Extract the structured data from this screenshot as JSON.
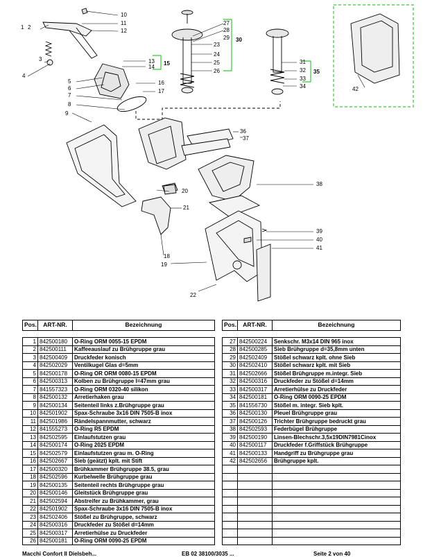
{
  "callouts": [
    "1",
    "2",
    "3",
    "4",
    "5",
    "6",
    "7",
    "8",
    "9",
    "10",
    "11",
    "12",
    "13",
    "14",
    "15",
    "16",
    "17",
    "18",
    "19",
    "20",
    "21",
    "22",
    "23",
    "24",
    "25",
    "26",
    "27",
    "28",
    "29",
    "30",
    "31",
    "32",
    "33",
    "34",
    "35",
    "36",
    "37",
    "38",
    "39",
    "40",
    "41",
    "42"
  ],
  "accent_color": "#33cc33",
  "table": {
    "headers": {
      "pos": "Pos.",
      "art": "ART-NR.",
      "desc": "Bezeichnung"
    },
    "left": [
      [
        "1",
        "842500180",
        "O-Ring ORM 0055-15 EPDM"
      ],
      [
        "2",
        "842500111",
        "Kaffeeauslauf zu Brühgruppe grau"
      ],
      [
        "3",
        "842500409",
        "Druckfeder konisch"
      ],
      [
        "4",
        "842502029",
        "Ventilkugel Glas d=5mm"
      ],
      [
        "5",
        "842500178",
        "O-Ring OR ORM 0080-15 EPDM"
      ],
      [
        "6",
        "842500313",
        "Kolben zu Brühgruppe l=47mm grau"
      ],
      [
        "7",
        "841557323",
        "O-Ring ORM 0320-40 silikon"
      ],
      [
        "8",
        "842500132",
        "Arretierhaken grau"
      ],
      [
        "9",
        "842500134",
        "Seitenteil links z.Brühgruppe grau"
      ],
      [
        "10",
        "842501902",
        "Spax-Schraube 3x16 DIN 7505-B inox"
      ],
      [
        "11",
        "842501986",
        "Rändelspannmutter, schwarz"
      ],
      [
        "12",
        "841555273",
        "O-Ring R5 EPDM"
      ],
      [
        "13",
        "842502595",
        "Einlaufstutzen grau"
      ],
      [
        "14",
        "842500174",
        "O-Ring 2025 EPDM"
      ],
      [
        "15",
        "842502579",
        "Einlaufstutzen grau m. O-Ring"
      ],
      [
        "16",
        "842502667",
        "Sieb (geätzt) kplt. mit Stift"
      ],
      [
        "17",
        "842500320",
        "Brühkammer Brühgruppe 38.5, grau"
      ],
      [
        "18",
        "842502596",
        "Kurbelwelle Brühgruppe grau"
      ],
      [
        "19",
        "842500135",
        "Seitenteil rechts Brühgruppe grau"
      ],
      [
        "20",
        "842500146",
        "Gleitstück Brühgruppe grau"
      ],
      [
        "21",
        "842502594",
        "Abstreifer zu Brühkammer, grau"
      ],
      [
        "22",
        "842501902",
        "Spax-Schraube 3x16 DIN 7505-B inox"
      ],
      [
        "23",
        "842502406",
        "Stößel zu Brühgruppe, schwarz"
      ],
      [
        "24",
        "842500316",
        "Druckfeder zu Stößel d=14mm"
      ],
      [
        "25",
        "842500317",
        "Arretierhülse zu Druckfeder"
      ],
      [
        "26",
        "842500181",
        "O-Ring ORM  0090-25 EPDM"
      ]
    ],
    "right": [
      [
        "27",
        "842500224",
        "Senkschr. M3x14 DIN 965 inox"
      ],
      [
        "28",
        "842500285",
        "Sieb Brühgruppe d=35,8mm unten"
      ],
      [
        "29",
        "842502409",
        "Stößel schwarz kplt. ohne Sieb"
      ],
      [
        "30",
        "842502410",
        "Stößel schwarz  kplt. mit Sieb"
      ],
      [
        "31",
        "842502666",
        "Stößel Brühgruppe m.integr. Sieb"
      ],
      [
        "32",
        "842500316",
        "Druckfeder zu Stößel d=14mm"
      ],
      [
        "33",
        "842500317",
        "Arretierhülse zu Druckfeder"
      ],
      [
        "34",
        "842500181",
        "O-Ring ORM  0090-25 EPDM"
      ],
      [
        "35",
        "841556730",
        "Stößel m. integr. Sieb kplt."
      ],
      [
        "36",
        "842500130",
        "Pleuel Brühgruppe grau"
      ],
      [
        "37",
        "842500126",
        "Trichter Brühgruppe bedruckt grau"
      ],
      [
        "38",
        "842502593",
        "Federbügel Brühgruppe"
      ],
      [
        "39",
        "842500190",
        "Linsen-Blechschr.3,5x19DIN7981Cinox"
      ],
      [
        "40",
        "842500117",
        "Druckfeder f.Griffstück Brühgruppe"
      ],
      [
        "41",
        "842500133",
        "Handgriff zu Brühgruppe grau"
      ],
      [
        "42",
        "842502656",
        "Brühgruppe kplt."
      ],
      [
        "",
        "",
        ""
      ],
      [
        "",
        "",
        ""
      ],
      [
        "",
        "",
        ""
      ],
      [
        "",
        "",
        ""
      ],
      [
        "",
        "",
        ""
      ],
      [
        "",
        "",
        ""
      ],
      [
        "",
        "",
        ""
      ],
      [
        "",
        "",
        ""
      ],
      [
        "",
        "",
        ""
      ],
      [
        "",
        "",
        ""
      ]
    ]
  },
  "footer": {
    "left": "Macchi Confort II Dielsbeh...",
    "mid": "EB 02 38100/3035 ...",
    "right": "Seite 2 von 40"
  }
}
